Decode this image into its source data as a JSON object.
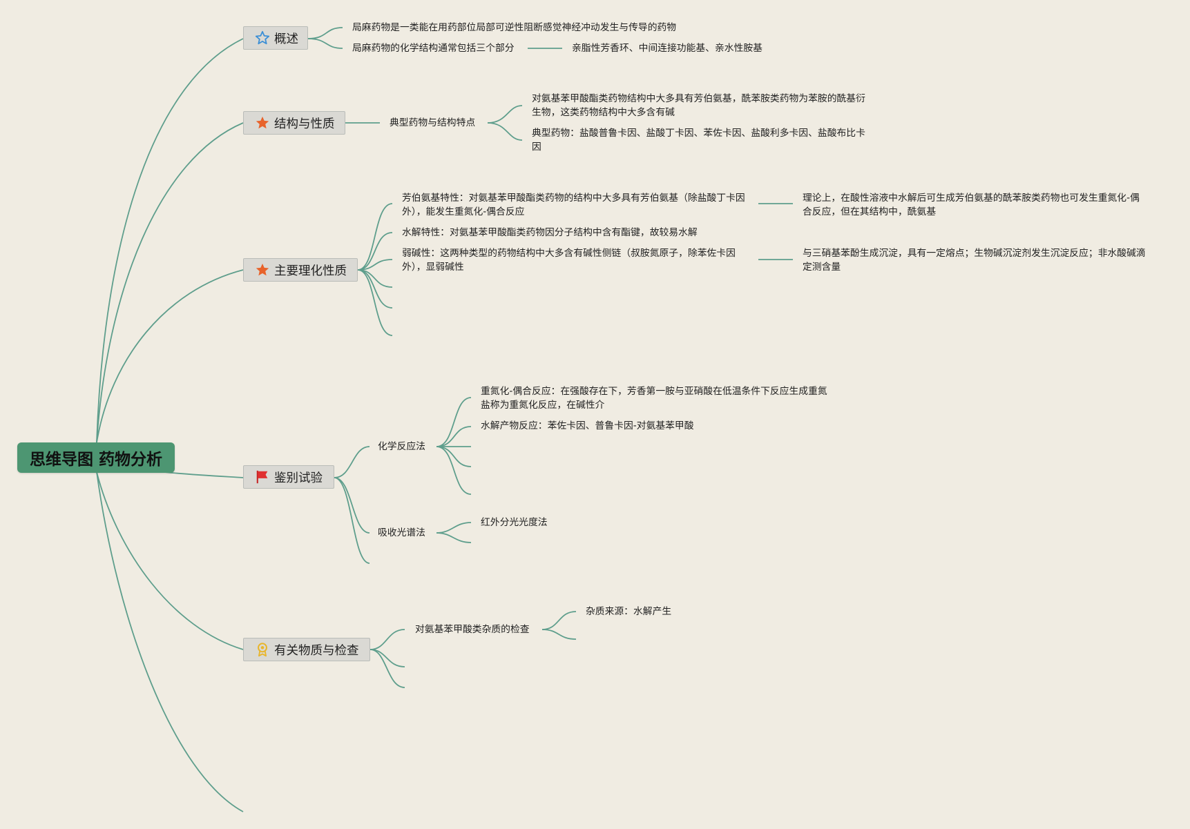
{
  "root": {
    "label": "思维导图 药物分析"
  },
  "branches": {
    "overview": {
      "label": "概述",
      "icon": "star-outline-icon",
      "items": [
        "局麻药物是一类能在用药部位局部可逆性阻断感觉神经冲动发生与传导的药物",
        "局麻药物的化学结构通常包括三个部分"
      ],
      "sub": "亲脂性芳香环、中间连接功能基、亲水性胺基"
    },
    "structure": {
      "label": "结构与性质",
      "icon": "star-filled-icon",
      "item": "典型药物与结构特点",
      "children": [
        "对氨基苯甲酸酯类药物结构中大多具有芳伯氨基，酰苯胺类药物为苯胺的酰基衍生物，这类药物结构中大多含有碱",
        "典型药物：盐酸普鲁卡因、盐酸丁卡因、苯佐卡因、盐酸利多卡因、盐酸布比卡因"
      ]
    },
    "properties": {
      "label": "主要理化性质",
      "icon": "star-filled-icon",
      "items": [
        "芳伯氨基特性：对氨基苯甲酸酯类药物的结构中大多具有芳伯氨基（除盐酸丁卡因外），能发生重氮化-偶合反应",
        "水解特性：对氨基苯甲酸酯类药物因分子结构中含有酯键，故较易水解",
        "弱碱性：这两种类型的药物结构中大多含有碱性侧链（叔胺氮原子，除苯佐卡因外），显弱碱性"
      ],
      "details": [
        "理论上，在酸性溶液中水解后可生成芳伯氨基的酰苯胺类药物也可发生重氮化-偶合反应，但在其结构中，酰氨基",
        "与三硝基苯酚生成沉淀，具有一定熔点；生物碱沉淀剂发生沉淀反应；非水酸碱滴定测含量"
      ]
    },
    "identification": {
      "label": "鉴别试验",
      "icon": "flag-icon",
      "chem": {
        "label": "化学反应法",
        "items": [
          "重氮化-偶合反应：在强酸存在下，芳香第一胺与亚硝酸在低温条件下反应生成重氮盐称为重氮化反应，在碱性介",
          "水解产物反应：苯佐卡因、普鲁卡因-对氨基苯甲酸"
        ]
      },
      "spectro": {
        "label": "吸收光谱法",
        "items": [
          "红外分光光度法"
        ]
      }
    },
    "impurity": {
      "label": "有关物质与检查",
      "icon": "award-icon",
      "item": "对氨基苯甲酸类杂质的检查",
      "sub": "杂质来源：水解产生"
    }
  },
  "colors": {
    "background": "#f0ece2",
    "root": "#4d9672",
    "connector": "#5e9e8c",
    "topic_fill": "#dad9d4"
  }
}
